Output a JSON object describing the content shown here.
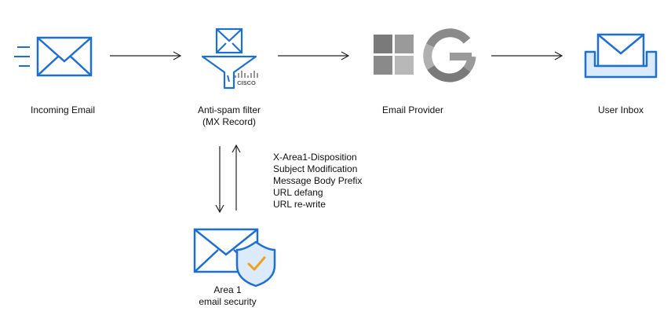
{
  "nodes": {
    "incoming": {
      "label": "Incoming Email"
    },
    "filter": {
      "line1": "Anti-spam filter",
      "line2": "(MX Record)",
      "logo_text": "CISCO"
    },
    "provider": {
      "label": "Email Provider"
    },
    "inbox": {
      "label": "User Inbox"
    },
    "area1": {
      "line1": "Area 1",
      "line2": "email security"
    }
  },
  "actions": [
    "X-Area1-Disposition",
    "Subject Modification",
    "Message Body Prefix",
    "URL defang",
    "URL re-write"
  ],
  "colors": {
    "blue": "#1c6fd8",
    "light_blue": "#dcebfb",
    "dark_gray": "#7a7a7a",
    "mid_gray": "#9a9a9a",
    "light_gray": "#b8b8b8",
    "orange": "#f0a020",
    "arrow": "#222222"
  }
}
